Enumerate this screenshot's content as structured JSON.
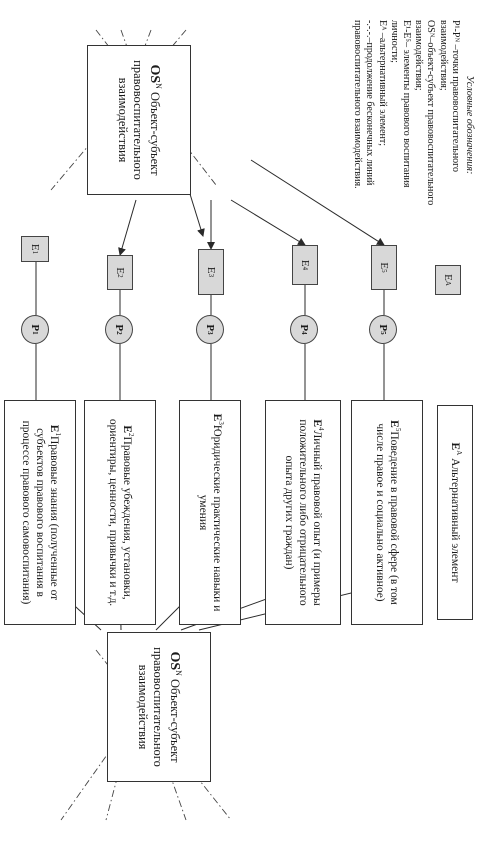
{
  "os_box": {
    "symbol": "OS",
    "sup": "N",
    "text": "Объект-субъект правовоспитательного взаимодействия"
  },
  "elements": [
    {
      "tag": "E",
      "sup": "1",
      "label": "Правовые знания (полученные от субъектов правового воспитания в процессе правового самовоспитания)"
    },
    {
      "tag": "E",
      "sup": "2",
      "label": "Правовые убеждения, установки, ориентиры, ценности, привычки и т.д."
    },
    {
      "tag": "E",
      "sup": "3",
      "label": "Юридические практические навыки и умения"
    },
    {
      "tag": "E",
      "sup": "4",
      "label": "Личный правовой опыт (и примеры положительного либо отрицательного опыта других граждан)"
    },
    {
      "tag": "E",
      "sup": "5",
      "label": "Поведение в правовой сфере (в том числе правое и социально активное)"
    }
  ],
  "alt_element": {
    "tag": "E",
    "sup": "A",
    "label": "Альтернативный элемент"
  },
  "points": [
    {
      "tag": "P",
      "sup": "1"
    },
    {
      "tag": "P",
      "sup": "2"
    },
    {
      "tag": "P",
      "sup": "3"
    },
    {
      "tag": "P",
      "sup": "4"
    },
    {
      "tag": "P",
      "sup": "5"
    }
  ],
  "legend": {
    "title": "Условные обозначения:",
    "lines": [
      "P¹-Pᴺ –точки правовоспитательного взаимодействия;",
      "OSᴺ–объект-субъект правовоспитательного взаимодействия;",
      "E¹-E⁵– элементы правового воспитания личности;",
      "Eᴬ –альтернативный элемент;",
      "-.-.-.–продолжение бесконечных линий правовоспитательного взаимодействия."
    ]
  },
  "colors": {
    "line": "#2a2a2a",
    "fill_gray": "#d8d8d8"
  }
}
